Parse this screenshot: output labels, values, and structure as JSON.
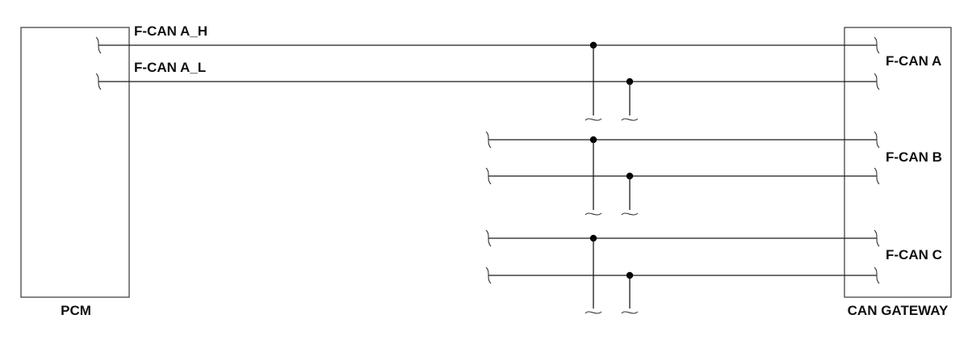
{
  "modules": {
    "pcm": {
      "label": "PCM"
    },
    "gateway": {
      "label": "CAN GATEWAY"
    }
  },
  "wires": {
    "a_high": {
      "label": "F-CAN A_H"
    },
    "a_low": {
      "label": "F-CAN A_L"
    }
  },
  "buses": [
    {
      "label": "F-CAN A"
    },
    {
      "label": "F-CAN B"
    },
    {
      "label": "F-CAN C"
    }
  ],
  "colors": {
    "line": "#1a1a1a",
    "box": "#444444",
    "junction": "#000000"
  }
}
